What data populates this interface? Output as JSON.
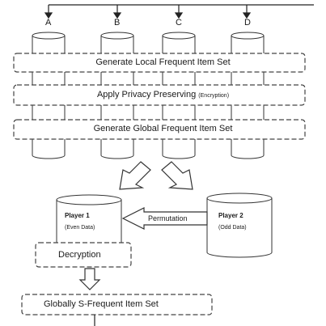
{
  "databases": [
    "A",
    "B",
    "C",
    "D"
  ],
  "steps": {
    "local": "Generate Local Frequent Item Set",
    "privacy": "Apply Privacy Preserving",
    "privacy_note": "(Encryption)",
    "global": "Generate Global Frequent  Item Set"
  },
  "player1": {
    "title": "Player 1",
    "subtitle": "(Even Data)"
  },
  "player2": {
    "title": "Player 2",
    "subtitle": "(Odd Data)"
  },
  "permutation": "Permutation",
  "decryption": "Decryption",
  "final": "Globally S-Frequent Item Set"
}
